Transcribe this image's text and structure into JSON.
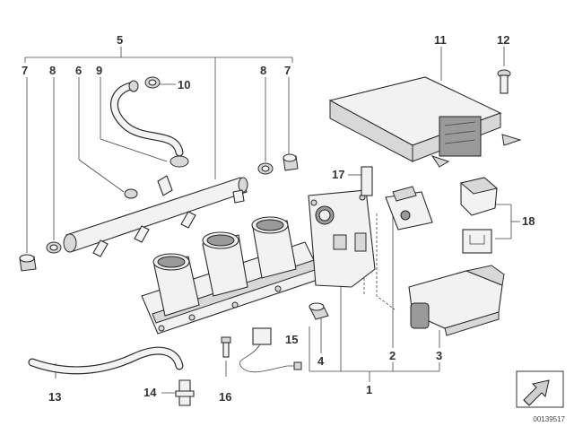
{
  "callouts": [
    {
      "id": "1",
      "label": "1"
    },
    {
      "id": "2",
      "label": "2"
    },
    {
      "id": "3",
      "label": "3"
    },
    {
      "id": "4",
      "label": "4"
    },
    {
      "id": "5",
      "label": "5"
    },
    {
      "id": "6",
      "label": "6"
    },
    {
      "id": "7a",
      "label": "7"
    },
    {
      "id": "7b",
      "label": "7"
    },
    {
      "id": "8a",
      "label": "8"
    },
    {
      "id": "8b",
      "label": "8"
    },
    {
      "id": "9",
      "label": "9"
    },
    {
      "id": "10",
      "label": "10"
    },
    {
      "id": "11",
      "label": "11"
    },
    {
      "id": "12",
      "label": "12"
    },
    {
      "id": "13",
      "label": "13"
    },
    {
      "id": "14",
      "label": "14"
    },
    {
      "id": "15",
      "label": "15"
    },
    {
      "id": "16",
      "label": "16"
    },
    {
      "id": "17",
      "label": "17"
    },
    {
      "id": "18",
      "label": "18"
    }
  ],
  "reference_number": "00139517",
  "icons": {
    "navigation": "arrow-corner-icon"
  }
}
